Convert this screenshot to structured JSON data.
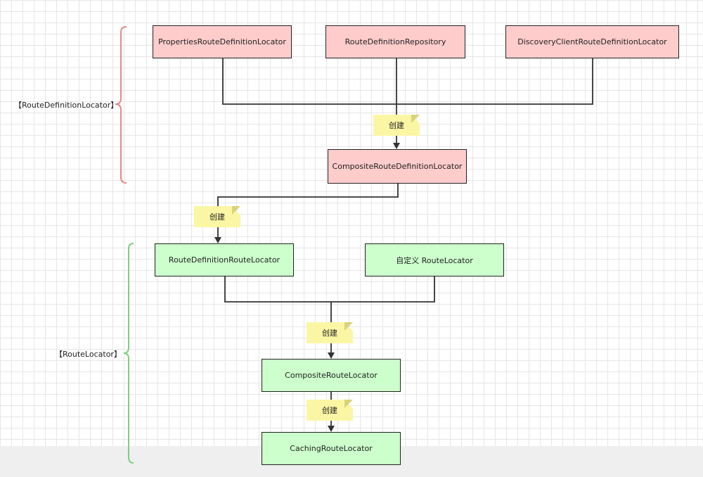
{
  "groups": {
    "definition_locator_label": "【RouteDefinitionLocator】",
    "route_locator_label": "【RouteLocator】"
  },
  "nodes": {
    "properties": "PropertiesRouteDefinitionLocator",
    "repository": "RouteDefinitionRepository",
    "discovery": "DiscoveryClientRouteDefinitionLocator",
    "composite_definition": "CompositeRouteDefinitionLocator",
    "route_definition_route": "RouteDefinitionRouteLocator",
    "custom": "自定义 RouteLocator",
    "composite_route": "CompositeRouteLocator",
    "caching_route": "CachingRouteLocator"
  },
  "notes": {
    "create_1": "创建",
    "create_2": "创建",
    "create_3": "创建",
    "create_4": "创建"
  },
  "colors": {
    "definition_fill": "#ffcccc",
    "definition_brace": "#e08a8a",
    "locator_fill": "#ccffcc",
    "locator_brace": "#7fcf7f",
    "note_fill": "#fbf6a4",
    "line": "#333333"
  }
}
